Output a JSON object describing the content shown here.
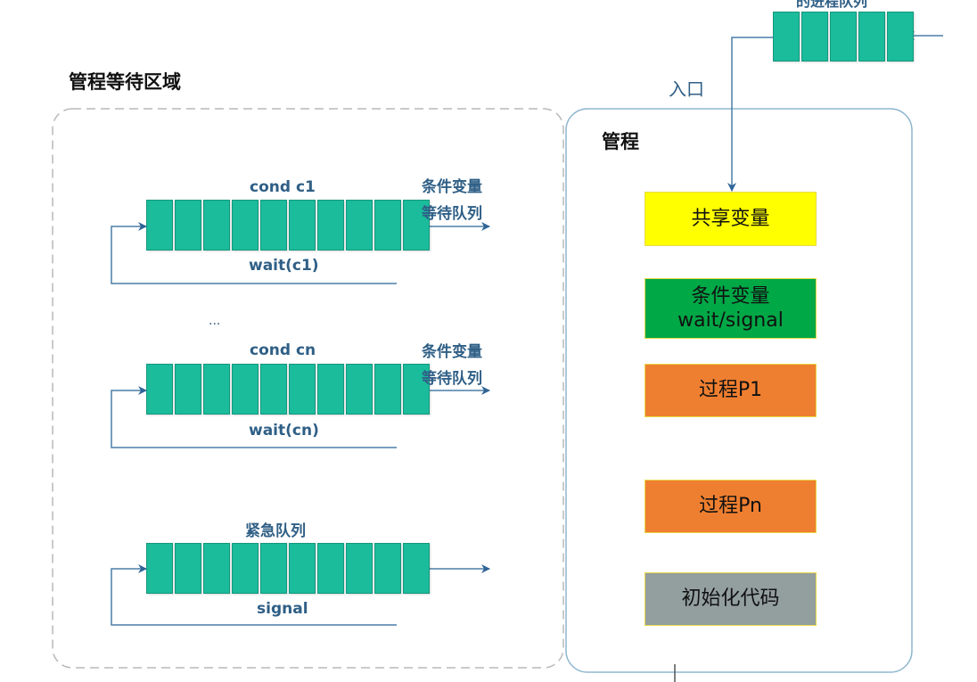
{
  "top_queue": {
    "label": "的进程队列",
    "cells": 5
  },
  "entry_label": "入口",
  "waiting_area": {
    "title": "管程等待区域",
    "queues": [
      {
        "top_label": "cond c1",
        "bottom_label": "wait(c1)",
        "side_label_1": "条件变量",
        "side_label_2": "等待队列",
        "cells": 10
      },
      {
        "top_label": "cond cn",
        "bottom_label": "wait(cn)",
        "side_label_1": "条件变量",
        "side_label_2": "等待队列",
        "cells": 10
      },
      {
        "top_label": "紧急队列",
        "bottom_label": "signal",
        "cells": 10
      }
    ],
    "ellipsis": "..."
  },
  "monitor": {
    "title": "管程",
    "boxes": [
      {
        "label": "共享变量",
        "color": "#ffff00"
      },
      {
        "label": "条件变量",
        "label2": "wait/signal",
        "color": "#00a846"
      },
      {
        "label": "过程P1",
        "color": "#ef7f30"
      },
      {
        "label": "过程Pn",
        "color": "#ef7f30"
      },
      {
        "label": "初始化代码",
        "color": "#939e9f"
      }
    ]
  },
  "colors": {
    "queue_cell": "#1abc9c",
    "arrow": "#4a7fa8",
    "monitor_border": "#8fb7cf",
    "dashed_border": "#b9b9b9"
  }
}
